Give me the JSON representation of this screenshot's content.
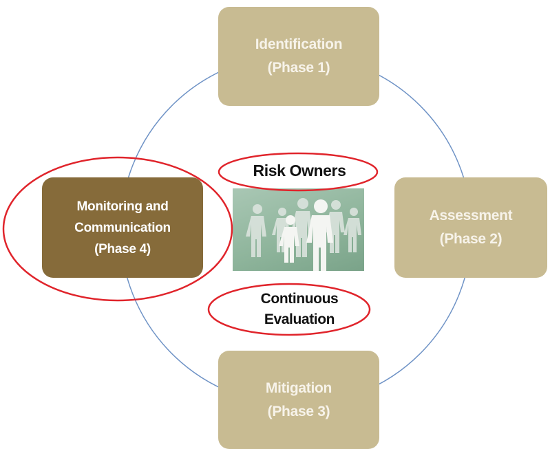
{
  "colors": {
    "phase_box": "#c8bb92",
    "active_phase_box": "#866b3a",
    "cycle_line": "#6f93c6",
    "highlight_ellipse": "#e0242b"
  },
  "phases": [
    {
      "title": "Identification",
      "subtitle": "(Phase 1)"
    },
    {
      "title": "Assessment",
      "subtitle": "(Phase 2)"
    },
    {
      "title": "Mitigation",
      "subtitle": "(Phase 3)"
    },
    {
      "title": "Monitoring and Communication",
      "title_line1": "Monitoring and",
      "title_line2": "Communication",
      "subtitle": "(Phase 4)"
    }
  ],
  "center": {
    "top_label": "Risk Owners",
    "bottom_label_line1": "Continuous",
    "bottom_label_line2": "Evaluation"
  }
}
